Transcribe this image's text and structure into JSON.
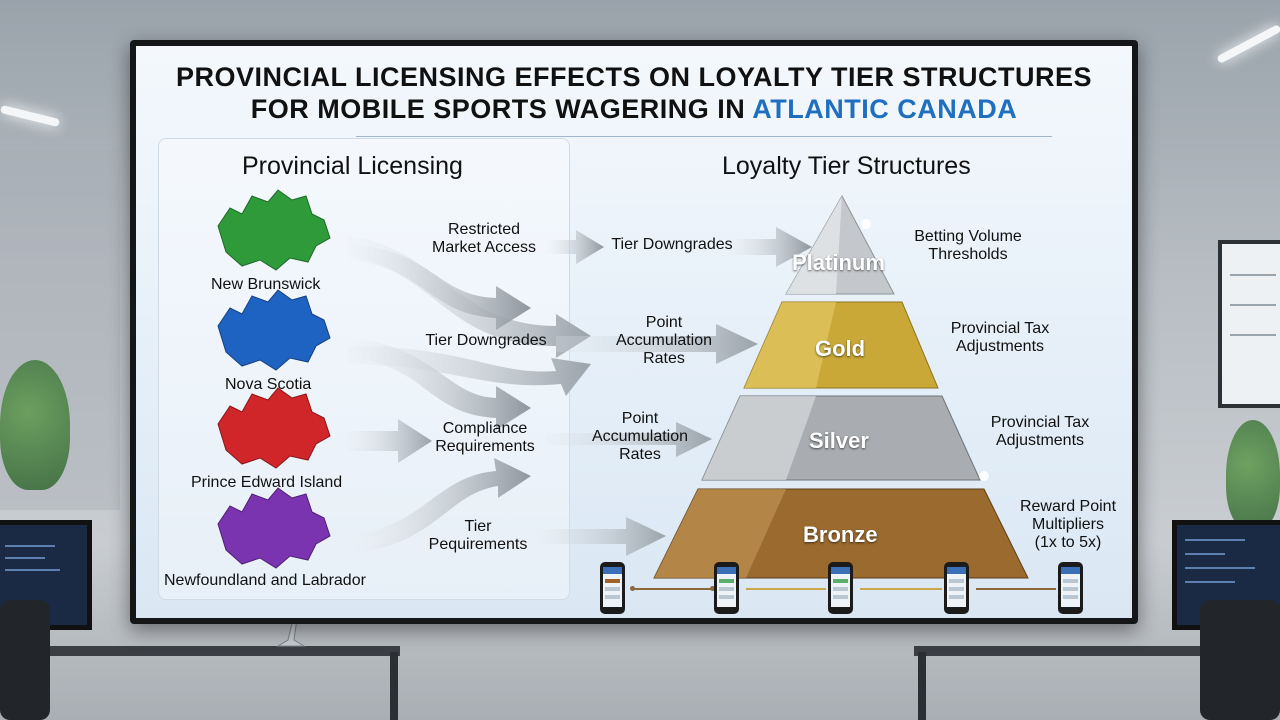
{
  "title": {
    "line1": "PROVINCIAL LICENSING EFFECTS ON LOYALTY TIER STRUCTURES",
    "line2_prefix": "FOR MOBILE SPORTS WAGERING IN ",
    "line2_accent": "ATLANTIC CANADA"
  },
  "left": {
    "header": "Provincial Licensing",
    "provinces": [
      {
        "name": "New Brunswick",
        "color": "#2f9a3a"
      },
      {
        "name": "Nova Scotia",
        "color": "#1f63c2"
      },
      {
        "name": "Prince Edward Island",
        "color": "#d0262a"
      },
      {
        "name": "Newfoundland and Labrador",
        "color": "#7a34b0"
      }
    ],
    "effects": [
      "Restricted\nMarket Access",
      "Tier Downgrades",
      "Compliance\nRequirements",
      "Tier\nPequirements"
    ]
  },
  "middle": {
    "labels": [
      "Tier Downgrades",
      "Point\nAccumulation\nRates",
      "Point\nAccumulation\nRates"
    ]
  },
  "right": {
    "header": "Loyalty Tier Structures",
    "tiers": [
      {
        "name": "Platinum",
        "color": "#b9bdc2"
      },
      {
        "name": "Gold",
        "color": "#c9a838"
      },
      {
        "name": "Silver",
        "color": "#a3a7ab"
      },
      {
        "name": "Bronze",
        "color": "#9a6a2e"
      }
    ],
    "side_labels": [
      "Betting Volume\nThresholds",
      "Provincial Tax\nAdjustments",
      "Provincial Tax\nAdjustments",
      "Reward Point\nMultipliers\n(1x to 5x)"
    ]
  },
  "colors": {
    "accent": "#1f6fc0"
  }
}
